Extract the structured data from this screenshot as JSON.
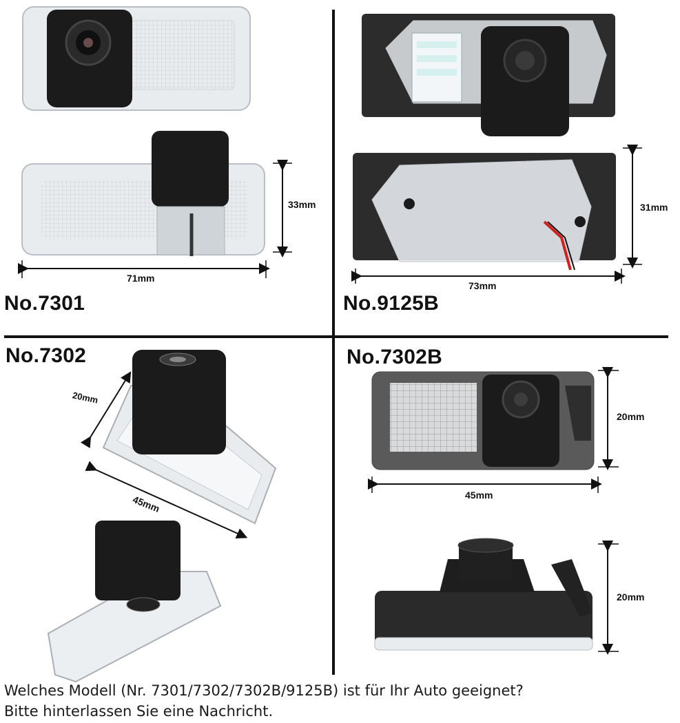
{
  "panels": [
    {
      "model": "No.7301",
      "dims": [
        "33mm",
        "71mm"
      ]
    },
    {
      "model": "No.9125B",
      "dims": [
        "31mm",
        "73mm"
      ]
    },
    {
      "model": "No.7302",
      "dims": [
        "20mm",
        "45mm"
      ]
    },
    {
      "model": "No.7302B",
      "dims": [
        "20mm",
        "45mm",
        "20mm"
      ]
    }
  ],
  "caption": {
    "line1": "Welches Modell (Nr. 7301/7302/7302B/9125B) ist für Ihr Auto geeignet?",
    "line2": "Bitte hinterlassen Sie eine Nachricht."
  },
  "colors": {
    "camera": "#1b1b1b",
    "housing_clear": "#e7eaed",
    "housing_dark": "#3a3a3a",
    "wire_red": "#d02020",
    "divider": "#111111"
  }
}
